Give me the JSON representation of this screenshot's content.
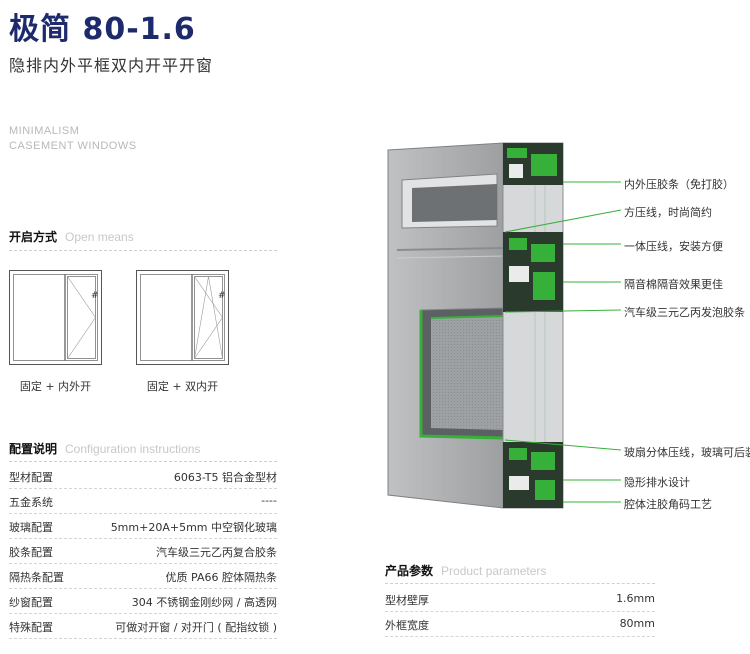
{
  "header": {
    "title": "极简 80-1.6",
    "subtitle": "隐排内外平框双内开平开窗",
    "en_line1": "MINIMALISM",
    "en_line2": "CASEMENT WINDOWS"
  },
  "open_means": {
    "title": "开启方式",
    "title_en": "Open means",
    "items": [
      {
        "caption": "固定 + 内外开",
        "mark": "#"
      },
      {
        "caption": "固定 + 双内开",
        "mark": "#"
      }
    ]
  },
  "config": {
    "title": "配置说明",
    "title_en": "Configuration instructions",
    "rows": [
      {
        "label": "型材配置",
        "value": "6063-T5 铝合金型材"
      },
      {
        "label": "五金系统",
        "value": "----"
      },
      {
        "label": "玻璃配置",
        "value": "5mm+20A+5mm 中空钢化玻璃"
      },
      {
        "label": "胶条配置",
        "value": "汽车级三元乙丙复合胶条"
      },
      {
        "label": "隔热条配置",
        "value": "优质 PA66 腔体隔热条"
      },
      {
        "label": "纱窗配置",
        "value": "304 不锈钢金刚纱网 / 高透网"
      },
      {
        "label": "特殊配置",
        "value": "可做对开窗 / 对开门 ( 配指纹锁 )"
      }
    ]
  },
  "product": {
    "title": "产品参数",
    "title_en": "Product parameters",
    "rows": [
      {
        "label": "型材壁厚",
        "value": "1.6mm"
      },
      {
        "label": "外框宽度",
        "value": "80mm"
      }
    ]
  },
  "callouts": [
    "内外压胶条（免打胶）",
    "方压线，时尚简约",
    "一体压线，安装方便",
    "隔音棉隔音效果更佳",
    "汽车级三元乙丙发泡胶条",
    "玻扇分体压线，玻璃可后装",
    "隐形排水设计",
    "腔体注胶角码工艺"
  ],
  "colors": {
    "title": "#1d2a6b",
    "profile_gray": "#a6a8aa",
    "thermal_green": "#37b03a",
    "section_dark": "#1f3a23"
  }
}
